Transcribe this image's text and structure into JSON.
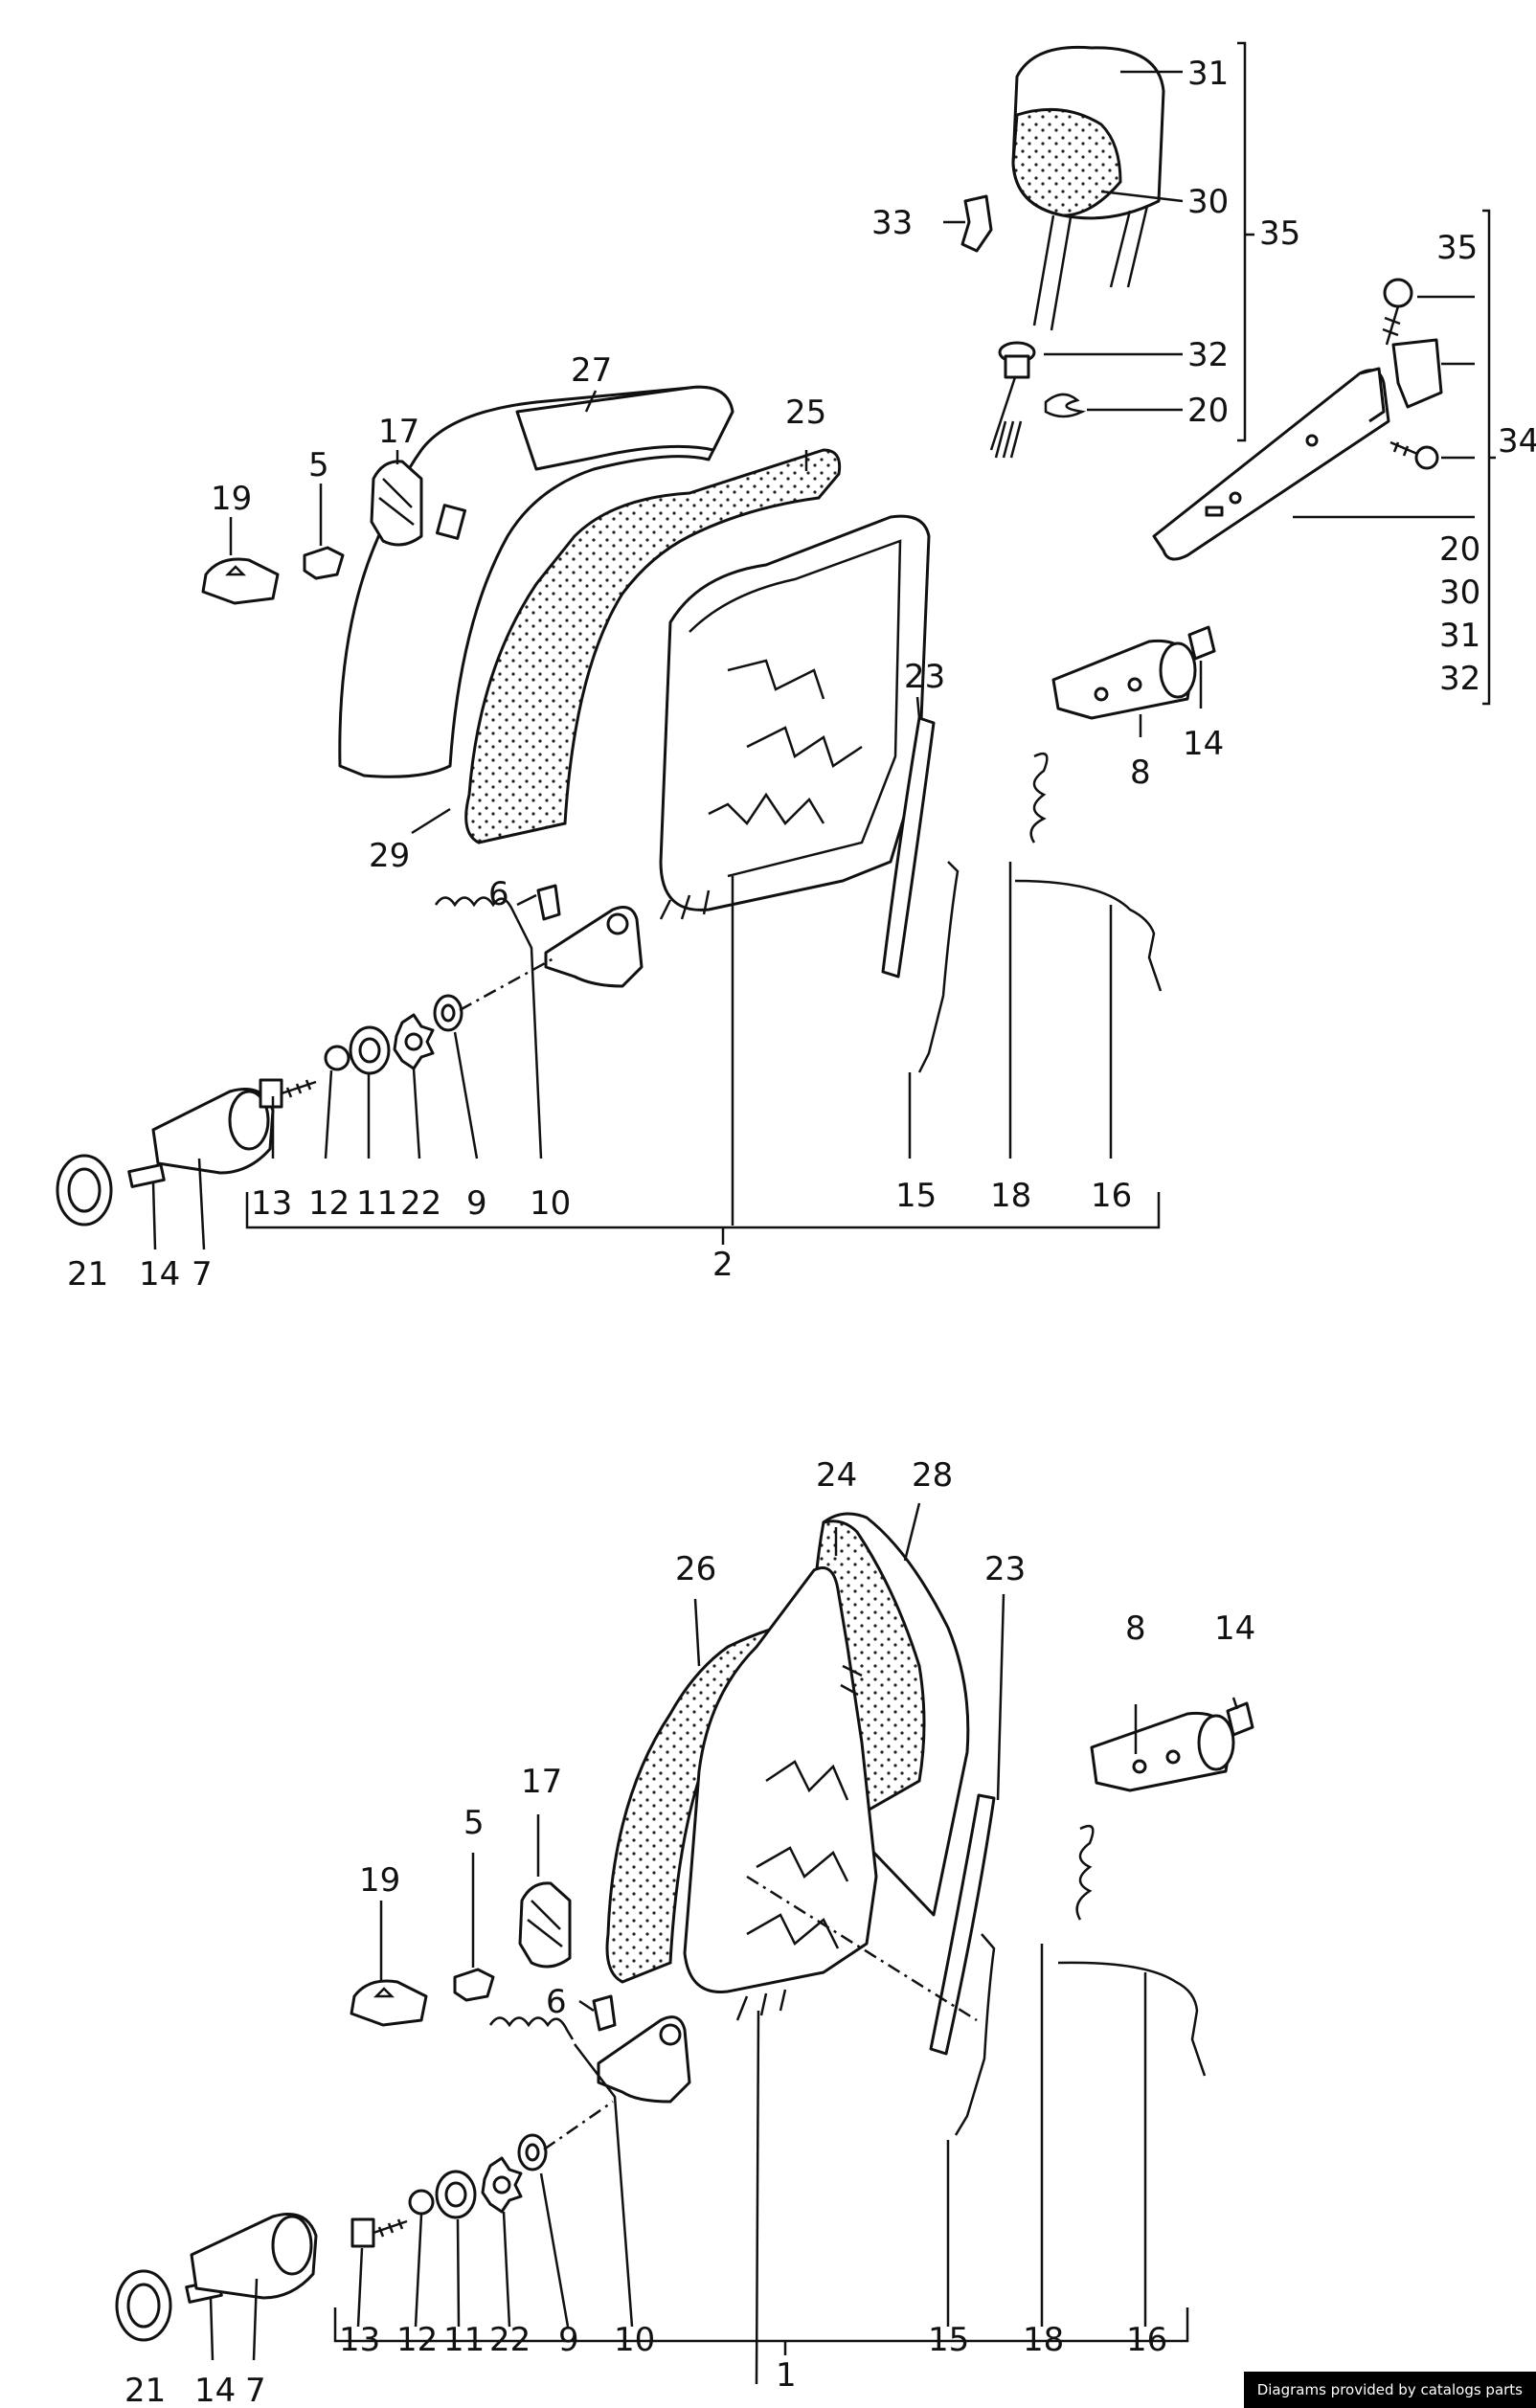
{
  "credit": "Diagrams provided by catalogs parts",
  "top_assembly": {
    "callouts": [
      "31",
      "30",
      "35",
      "33",
      "32",
      "20",
      "35",
      "34",
      "20",
      "30",
      "31",
      "32",
      "27",
      "25",
      "17",
      "5",
      "19",
      "23",
      "8",
      "14",
      "29",
      "6",
      "13",
      "12",
      "11",
      "22",
      "9",
      "10",
      "15",
      "18",
      "16",
      "21",
      "14",
      "7",
      "2"
    ]
  },
  "bottom_assembly": {
    "callouts": [
      "24",
      "28",
      "26",
      "23",
      "8",
      "14",
      "17",
      "5",
      "19",
      "6",
      "13",
      "12",
      "11",
      "22",
      "9",
      "10",
      "15",
      "18",
      "16",
      "21",
      "14",
      "7",
      "1"
    ]
  }
}
